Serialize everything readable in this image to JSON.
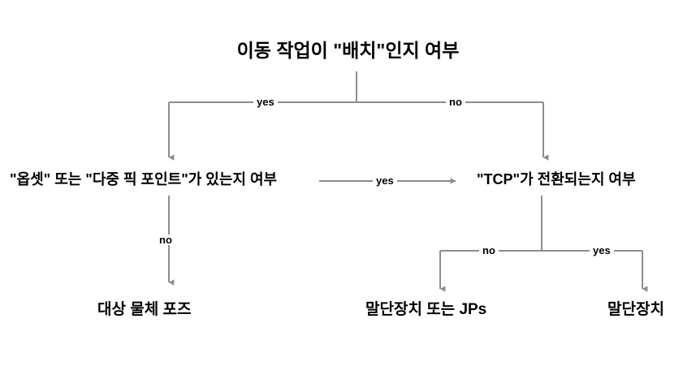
{
  "diagram": {
    "title_node": "이동 작업이 \"배치\"인지 여부",
    "background_color": "#ffffff",
    "line_color": "#8c8c8c",
    "text_color": "#000000",
    "nodes": [
      {
        "id": "root",
        "label": "이동 작업이 \"배치\"인지 여부",
        "type": "decision"
      },
      {
        "id": "offset",
        "label": "\"옵셋\" 또는 \"다중 픽 포인트\"가 있는지 여부",
        "type": "decision"
      },
      {
        "id": "tcp",
        "label": "\"TCP\"가 전환되는지 여부",
        "type": "decision"
      },
      {
        "id": "pose",
        "label": "대상 물체 포즈",
        "type": "terminal"
      },
      {
        "id": "jps",
        "label": "말단장치 또는 JPs",
        "type": "terminal"
      },
      {
        "id": "tool",
        "label": "말단장치",
        "type": "terminal"
      }
    ],
    "edges": [
      {
        "from": "root",
        "to": "offset",
        "label": "yes"
      },
      {
        "from": "root",
        "to": "tcp",
        "label": "no"
      },
      {
        "from": "offset",
        "to": "tcp",
        "label": "yes"
      },
      {
        "from": "offset",
        "to": "pose",
        "label": "no"
      },
      {
        "from": "tcp",
        "to": "jps",
        "label": "no"
      },
      {
        "from": "tcp",
        "to": "tool",
        "label": "yes"
      }
    ]
  }
}
